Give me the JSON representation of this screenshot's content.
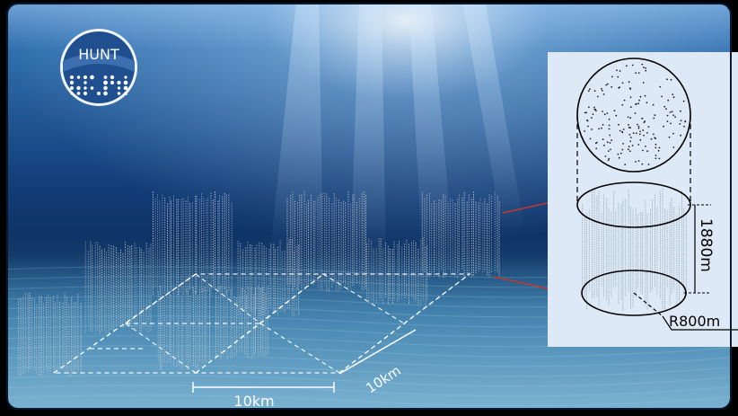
{
  "logo": {
    "text": "HUNT",
    "colors": {
      "ring": "#3d6fb0",
      "text": "#ffffff"
    }
  },
  "scale": {
    "spacing_x": "10km",
    "spacing_diag": "10km"
  },
  "inset": {
    "height_label": "1880m",
    "radius_label": "R800m",
    "colors": {
      "panel": "#dbe8f5",
      "line": "#000000"
    }
  },
  "colors": {
    "water_top": "#4f86c6",
    "water_deep": "#0c2a55",
    "seabed": "#5e9cc4",
    "string": "#c9cdd2",
    "link": "#c0392b"
  }
}
